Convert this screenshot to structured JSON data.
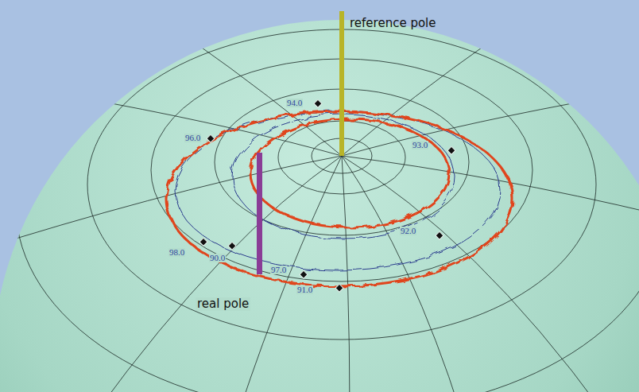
{
  "diagram": {
    "labels": [
      "reference pole",
      "real pole",
      "94.0",
      "96.0",
      "93.0",
      "92.0",
      "98.0",
      "90.0",
      "97.0",
      "91.0"
    ]
  }
}
